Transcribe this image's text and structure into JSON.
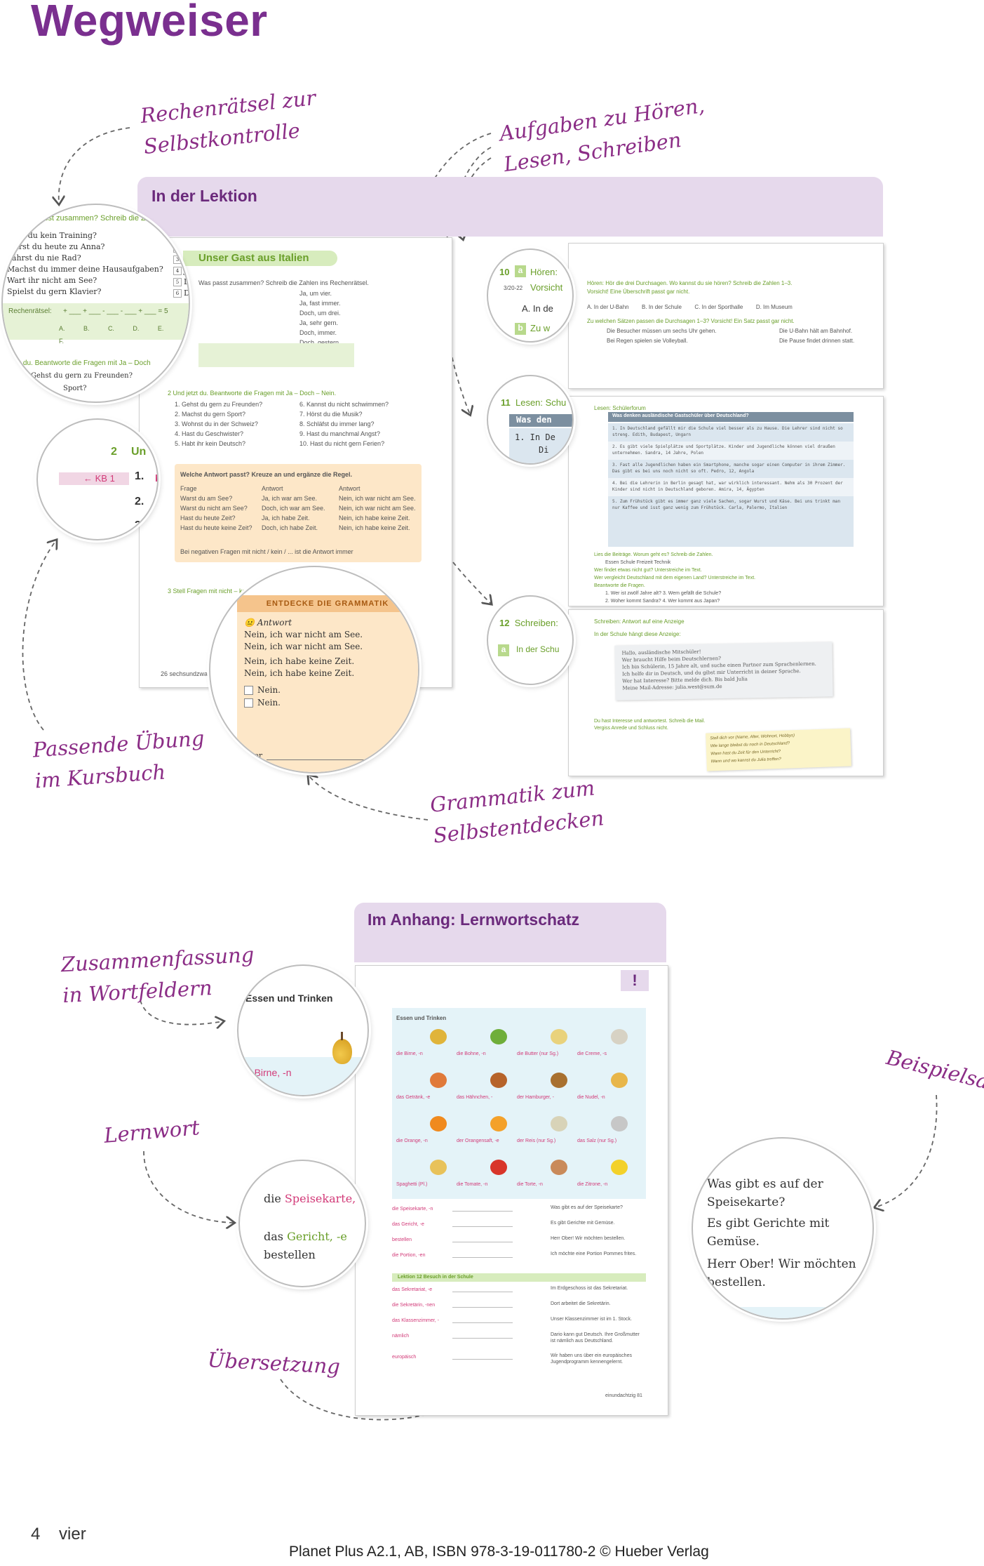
{
  "page_title": "Wegweiser",
  "annotations": {
    "rechen_line1": "Rechenrätsel zur",
    "rechen_line2": "Selbstkontrolle",
    "aufgaben_line1": "Aufgaben zu Hören,",
    "aufgaben_line2": "Lesen, Schreiben",
    "passende_line1": "Passende Übung",
    "passende_line2": "im Kursbuch",
    "grammatik_line1": "Grammatik zum",
    "grammatik_line2": "Selbstentdecken",
    "zusammen_line1": "Zusammenfassung",
    "zusammen_line2": "in Wortfeldern",
    "lernwort": "Lernwort",
    "beispielsatz": "Beispielsatz",
    "uebersetzung": "Übersetzung"
  },
  "lektion": {
    "header": "In der Lektion",
    "workbook_title": "Unser Gast aus Italien",
    "workbook_instruction": "Was passt zusammen? Schreib die Zahlen ins Rechenrätsel.",
    "page_footer": "26 sechsundzwanzig",
    "bubble_rechen": {
      "instruction": "Was passt zusammen? Schreib die Zahlen in",
      "questions": [
        "Hast du kein Training?",
        "Warst du heute zu Anna?",
        "Fährst du nie Rad?",
        "Machst du immer deine Hausaufgaben?",
        "Wart ihr nicht am See?",
        "Spielst du gern Klavier?"
      ],
      "answer_letters": [
        "D",
        "Ja,",
        "D",
        "Ja",
        "Doc",
        "Doc"
      ],
      "numbers": [
        "1",
        "2",
        "3",
        "4",
        "5",
        "6"
      ],
      "label": "Rechenrätsel:",
      "letters": [
        "A.",
        "B.",
        "C.",
        "D.",
        "E.",
        "F."
      ],
      "equation": "+ ___ + ___ - ___ - ___ + ___ = 5",
      "task2": "Hör du. Beantworte die Fragen mit Ja – Doch",
      "q1": "Gehst du gern zu Freunden?",
      "q2": "Sport?"
    },
    "bubble_kb": {
      "exercise_num": "2",
      "exercise_title": "Un",
      "kb_tag": "KB 1",
      "items": [
        "1.",
        "2.",
        "3"
      ]
    },
    "bubble_grammar": {
      "header": "ENTDECKE DIE GRAMMATIK",
      "antwort": "Antwort",
      "lines": [
        "Nein, ich war nicht am See.",
        "Nein, ich war nicht am See.",
        "Nein, ich habe keine Zeit.",
        "Nein, ich habe keine Zeit."
      ],
      "opt1": "Nein.",
      "opt2": "Nein.",
      "immer": "immer"
    },
    "mini_left_answers": [
      "Ja, um vier.",
      "Ja, fast immer.",
      "Doch, um drei.",
      "Ja, sehr gern.",
      "Doch, immer.",
      "Doch, gestern."
    ],
    "mini_task2": "2 Und jetzt du. Beantworte die Fragen mit Ja – Doch – Nein.",
    "mini_q_left": [
      "1. Gehst du gern zu Freunden?",
      "2. Machst du gern Sport?",
      "3. Wohnst du in der Schweiz?",
      "4. Hast du Geschwister?",
      "5. Habt ihr kein Deutsch?"
    ],
    "mini_q_right": [
      "6. Kannst du nicht schwimmen?",
      "7. Hörst du die Musik?",
      "8. Schläfst du immer lang?",
      "9. Hast du manchmal Angst?",
      "10. Hast du nicht gern Ferien?"
    ],
    "mini_gram_question": "Welche Antwort passt? Kreuze an und ergänze die Regel.",
    "mini_gram_cols": [
      "Frage",
      "Antwort",
      "Antwort"
    ],
    "mini_gram_rows": [
      [
        "Warst du am See?",
        "Ja, ich war am See.",
        "Nein, ich war nicht am See."
      ],
      [
        "Warst du nicht am See?",
        "Doch, ich war am See.",
        "Nein, ich war nicht am See."
      ],
      [
        "Hast du heute Zeit?",
        "Ja, ich habe Zeit.",
        "Nein, ich habe keine Zeit."
      ],
      [
        "Hast du heute keine Zeit?",
        "Doch, ich habe Zeit.",
        "Nein, ich habe keine Zeit."
      ]
    ],
    "mini_gram_rule": "Bei negativen Fragen mit nicht / kein / ... ist die Antwort immer",
    "mini_task3": "3 Stell Fragen mit nicht – kein.",
    "bubble_hoeren": {
      "num": "10",
      "tag": "a",
      "title": "Hören:",
      "track": "3/20-22",
      "subtitle": "Vorsicht",
      "item": "A. In de",
      "tag_b": "b",
      "b_text": "Zu w"
    },
    "hoeren_sheet": {
      "title": "Hören: Hör die drei Durchsagen. Wo kannst du sie hören? Schreib die Zahlen 1–3.",
      "subtitle": "Vorsicht! Eine Überschrift passt gar nicht.",
      "options": [
        "A. In der U-Bahn",
        "B. In der Schule",
        "C. In der Sporthalle",
        "D. Im Museum"
      ],
      "b_task": "Zu welchen Sätzen passen die Durchsagen 1–3? Vorsicht! Ein Satz passt gar nicht.",
      "sentences": [
        "Die Besucher müssen um sechs Uhr gehen.",
        "Die U-Bahn hält am Bahnhof.",
        "Bei Regen spielen sie Volleyball.",
        "Die Pause findet drinnen statt."
      ]
    },
    "bubble_lesen": {
      "num": "11",
      "title": "Lesen: Schu",
      "header": "Was den",
      "item": "1. In De",
      "item2": "Di"
    },
    "lesen_sheet": {
      "title": "Lesen: Schülerforum",
      "table_head": "Was denken ausländische Gastschüler über Deutschland?",
      "rows": [
        "1. In Deutschland gefällt mir die Schule viel besser als zu Hause. Die Lehrer sind nicht so streng. Edith, Budapest, Ungarn",
        "2. Es gibt viele Spielplätze und Sportplätze. Kinder und Jugendliche können viel draußen unternehmen. Sandra, 14 Jahre, Polen",
        "3. Fast alle Jugendlichen haben ein Smartphone, manche sogar einen Computer in ihrem Zimmer. Das gibt es bei uns noch nicht so oft. Pedro, 12, Angola",
        "4. Bei die Lehrerin in Berlin gesagt hat, war wirklich interessant. Nehm als 30 Prozent der Kinder sind nicht in Deutschland geboren. Amira, 14, Ägypten",
        "5. Zum Frühstück gibt es immer ganz viele Sachen, sogar Wurst und Käse. Bei uns trinkt man nur Kaffee und isst ganz wenig zum Frühstück. Carla, Palermo, Italien"
      ],
      "tasks": [
        "Lies die Beiträge. Worum geht es? Schreib die Zahlen.",
        "Essen   Schule   Freizeit   Technik",
        "Wer findet etwas nicht gut? Unterstreiche im Text.",
        "Wer vergleicht Deutschland mit dem eigenen Land? Unterstreiche im Text.",
        "Beantworte die Fragen.",
        "1. Wer ist zwölf Jahre alt?        3. Wem gefällt die Schule?",
        "2. Woher kommt Sandra?             4. Wer kommt aus Japan?"
      ]
    },
    "bubble_schreiben": {
      "num": "12",
      "title": "Schreiben:",
      "tag": "a",
      "text": "In der Schu"
    },
    "schreiben_sheet": {
      "title": "Schreiben: Antwort auf eine Anzeige",
      "a_task": "In der Schule hängt diese Anzeige:",
      "note_lines": [
        "Hallo, ausländische Mitschüler!",
        "Wer braucht Hilfe beim Deutschlernen?",
        "Ich bin Schülerin, 15 Jahre alt, und suche einen Partner zum Sprachenlernen.",
        "Ich helfe dir in Deutsch, und du gibst mir Unterricht in deiner Sprache.",
        "Wer hat Interesse? Bitte melde dich. Bis bald Julia",
        "Meine Mail-Adresse: julia.west@sum.de"
      ],
      "b_task": "Du hast Interesse und antwortest. Schreib die Mail.",
      "b_task2": "Vergiss Anrede und Schluss nicht.",
      "sticky": [
        "Stell dich vor (Name, Alter, Wohnort, Hobbys)",
        "Wie lange bleibst du noch in Deutschland?",
        "Wann hast du Zeit für den Unterricht?",
        "Wann und wo kannst du Julia treffen?"
      ]
    }
  },
  "anhang": {
    "header": "Im Anhang: Lernwortschatz",
    "exclaim": "!",
    "bubble_food_title": "Essen und Trinken",
    "bubble_food_word": "die Birne,",
    "bubble_food_word_suffix": "-n",
    "food_panel_title": "Essen und Trinken",
    "foods": [
      {
        "label": "die Birne, -n",
        "color": "#e0b43a"
      },
      {
        "label": "die Bohne, -n",
        "color": "#6fae3a"
      },
      {
        "label": "die Butter (nur Sg.)",
        "color": "#e9d27c"
      },
      {
        "label": "die Creme, -s",
        "color": "#d7d2c4"
      },
      {
        "label": "das Getränk, -e",
        "color": "#e07a3a"
      },
      {
        "label": "das Hähnchen, -",
        "color": "#b6632a"
      },
      {
        "label": "der Hamburger, -",
        "color": "#a8702f"
      },
      {
        "label": "die Nudel, -n",
        "color": "#e8b64a"
      },
      {
        "label": "die Orange, -n",
        "color": "#f08a1e"
      },
      {
        "label": "der Orangensaft, -e",
        "color": "#f4a12a"
      },
      {
        "label": "der Reis (nur Sg.)",
        "color": "#d8d3b8"
      },
      {
        "label": "das Salz (nur Sg.)",
        "color": "#c7c7c7"
      },
      {
        "label": "Spaghetti (Pl.)",
        "color": "#e8c25a"
      },
      {
        "label": "die Tomate, -n",
        "color": "#d8352a"
      },
      {
        "label": "die Torte, -n",
        "color": "#c98a5a"
      },
      {
        "label": "die Zitrone, -n",
        "color": "#f3d12a"
      }
    ],
    "bubble_lern": {
      "w1_pre": "die ",
      "w1_word": "Speisekarte",
      "w1_suf": ", -n",
      "w2_pre": "das ",
      "w2_word": "Gericht",
      "w2_suf": ", -e",
      "w3": "bestellen"
    },
    "bubble_beispiel": {
      "s1": "Was gibt es auf der Speisekarte?",
      "s2": "Es gibt Gerichte mit Gemüse.",
      "s3": "Herr Ober! Wir möchten bestellen."
    },
    "vocab_rows": [
      {
        "word": "die Speisekarte, -n",
        "example": "Was gibt es auf der Speisekarte?"
      },
      {
        "word": "das Gericht, -e",
        "example": "Es gibt Gerichte mit Gemüse."
      },
      {
        "word": "bestellen",
        "example": "Herr Ober! Wir möchten bestellen."
      },
      {
        "word": "die Portion, -en",
        "example": "Ich möchte eine Portion Pommes frites."
      }
    ],
    "lektion_band": "Lektion 12   Besuch in der Schule",
    "vocab_rows2": [
      {
        "word": "das Sekretariat, -e",
        "example": "Im Erdgeschoss ist das Sekretariat."
      },
      {
        "word": "die Sekretärin, -nen",
        "example": "Dort arbeitet die Sekretärin."
      },
      {
        "word": "das Klassenzimmer, -",
        "example": "Unser Klassenzimmer ist im 1. Stock."
      },
      {
        "word": "nämlich",
        "example": "Dario kann gut Deutsch. Ihre Großmutter ist nämlich aus Deutschland."
      },
      {
        "word": "europäisch",
        "example": "Wir haben uns über ein europäisches Jugendprogramm kennengelernt."
      }
    ],
    "page_footer": "einundachtzig 81"
  },
  "footer": {
    "page_num": "4",
    "page_word": "vier",
    "copyright": "Planet Plus A2.1, AB, ISBN 978-3-19-011780-2 © Hueber Verlag"
  },
  "colors": {
    "purple": "#7a2f8f",
    "panel_head_bg": "#e6d9ec",
    "green": "#6a9f2a",
    "pink": "#d23a78",
    "grammar_bg": "#fde7c8"
  }
}
